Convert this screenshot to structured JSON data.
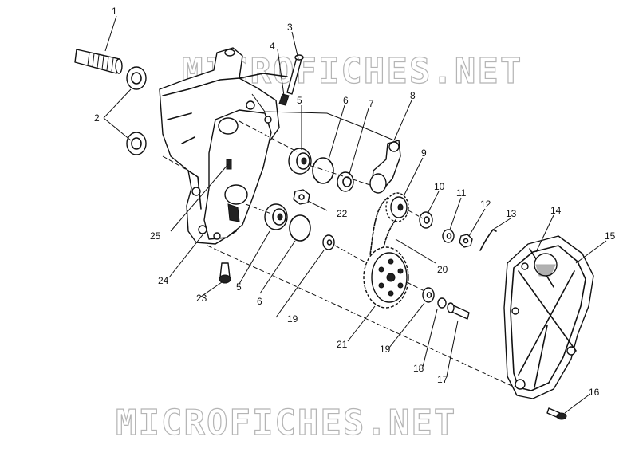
{
  "watermarks": [
    "MICROFICHES.NET",
    "MICROFICHES.NET"
  ],
  "callouts": [
    {
      "id": "c1",
      "text": "1"
    },
    {
      "id": "c2",
      "text": "2"
    },
    {
      "id": "c3",
      "text": "3"
    },
    {
      "id": "c4",
      "text": "4"
    },
    {
      "id": "c5a",
      "text": "5"
    },
    {
      "id": "c6a",
      "text": "6"
    },
    {
      "id": "c7",
      "text": "7"
    },
    {
      "id": "c8",
      "text": "8"
    },
    {
      "id": "c9",
      "text": "9"
    },
    {
      "id": "c10",
      "text": "10"
    },
    {
      "id": "c11",
      "text": "11"
    },
    {
      "id": "c12",
      "text": "12"
    },
    {
      "id": "c13",
      "text": "13"
    },
    {
      "id": "c14",
      "text": "14"
    },
    {
      "id": "c15",
      "text": "15"
    },
    {
      "id": "c16",
      "text": "16"
    },
    {
      "id": "c17",
      "text": "17"
    },
    {
      "id": "c18",
      "text": "18"
    },
    {
      "id": "c19a",
      "text": "19"
    },
    {
      "id": "c19b",
      "text": "19"
    },
    {
      "id": "c20",
      "text": "20"
    },
    {
      "id": "c21",
      "text": "21"
    },
    {
      "id": "c22",
      "text": "22"
    },
    {
      "id": "c23",
      "text": "23"
    },
    {
      "id": "c24",
      "text": "24"
    },
    {
      "id": "c25",
      "text": "25"
    },
    {
      "id": "c5b",
      "text": "5"
    },
    {
      "id": "c6b",
      "text": "6"
    }
  ]
}
